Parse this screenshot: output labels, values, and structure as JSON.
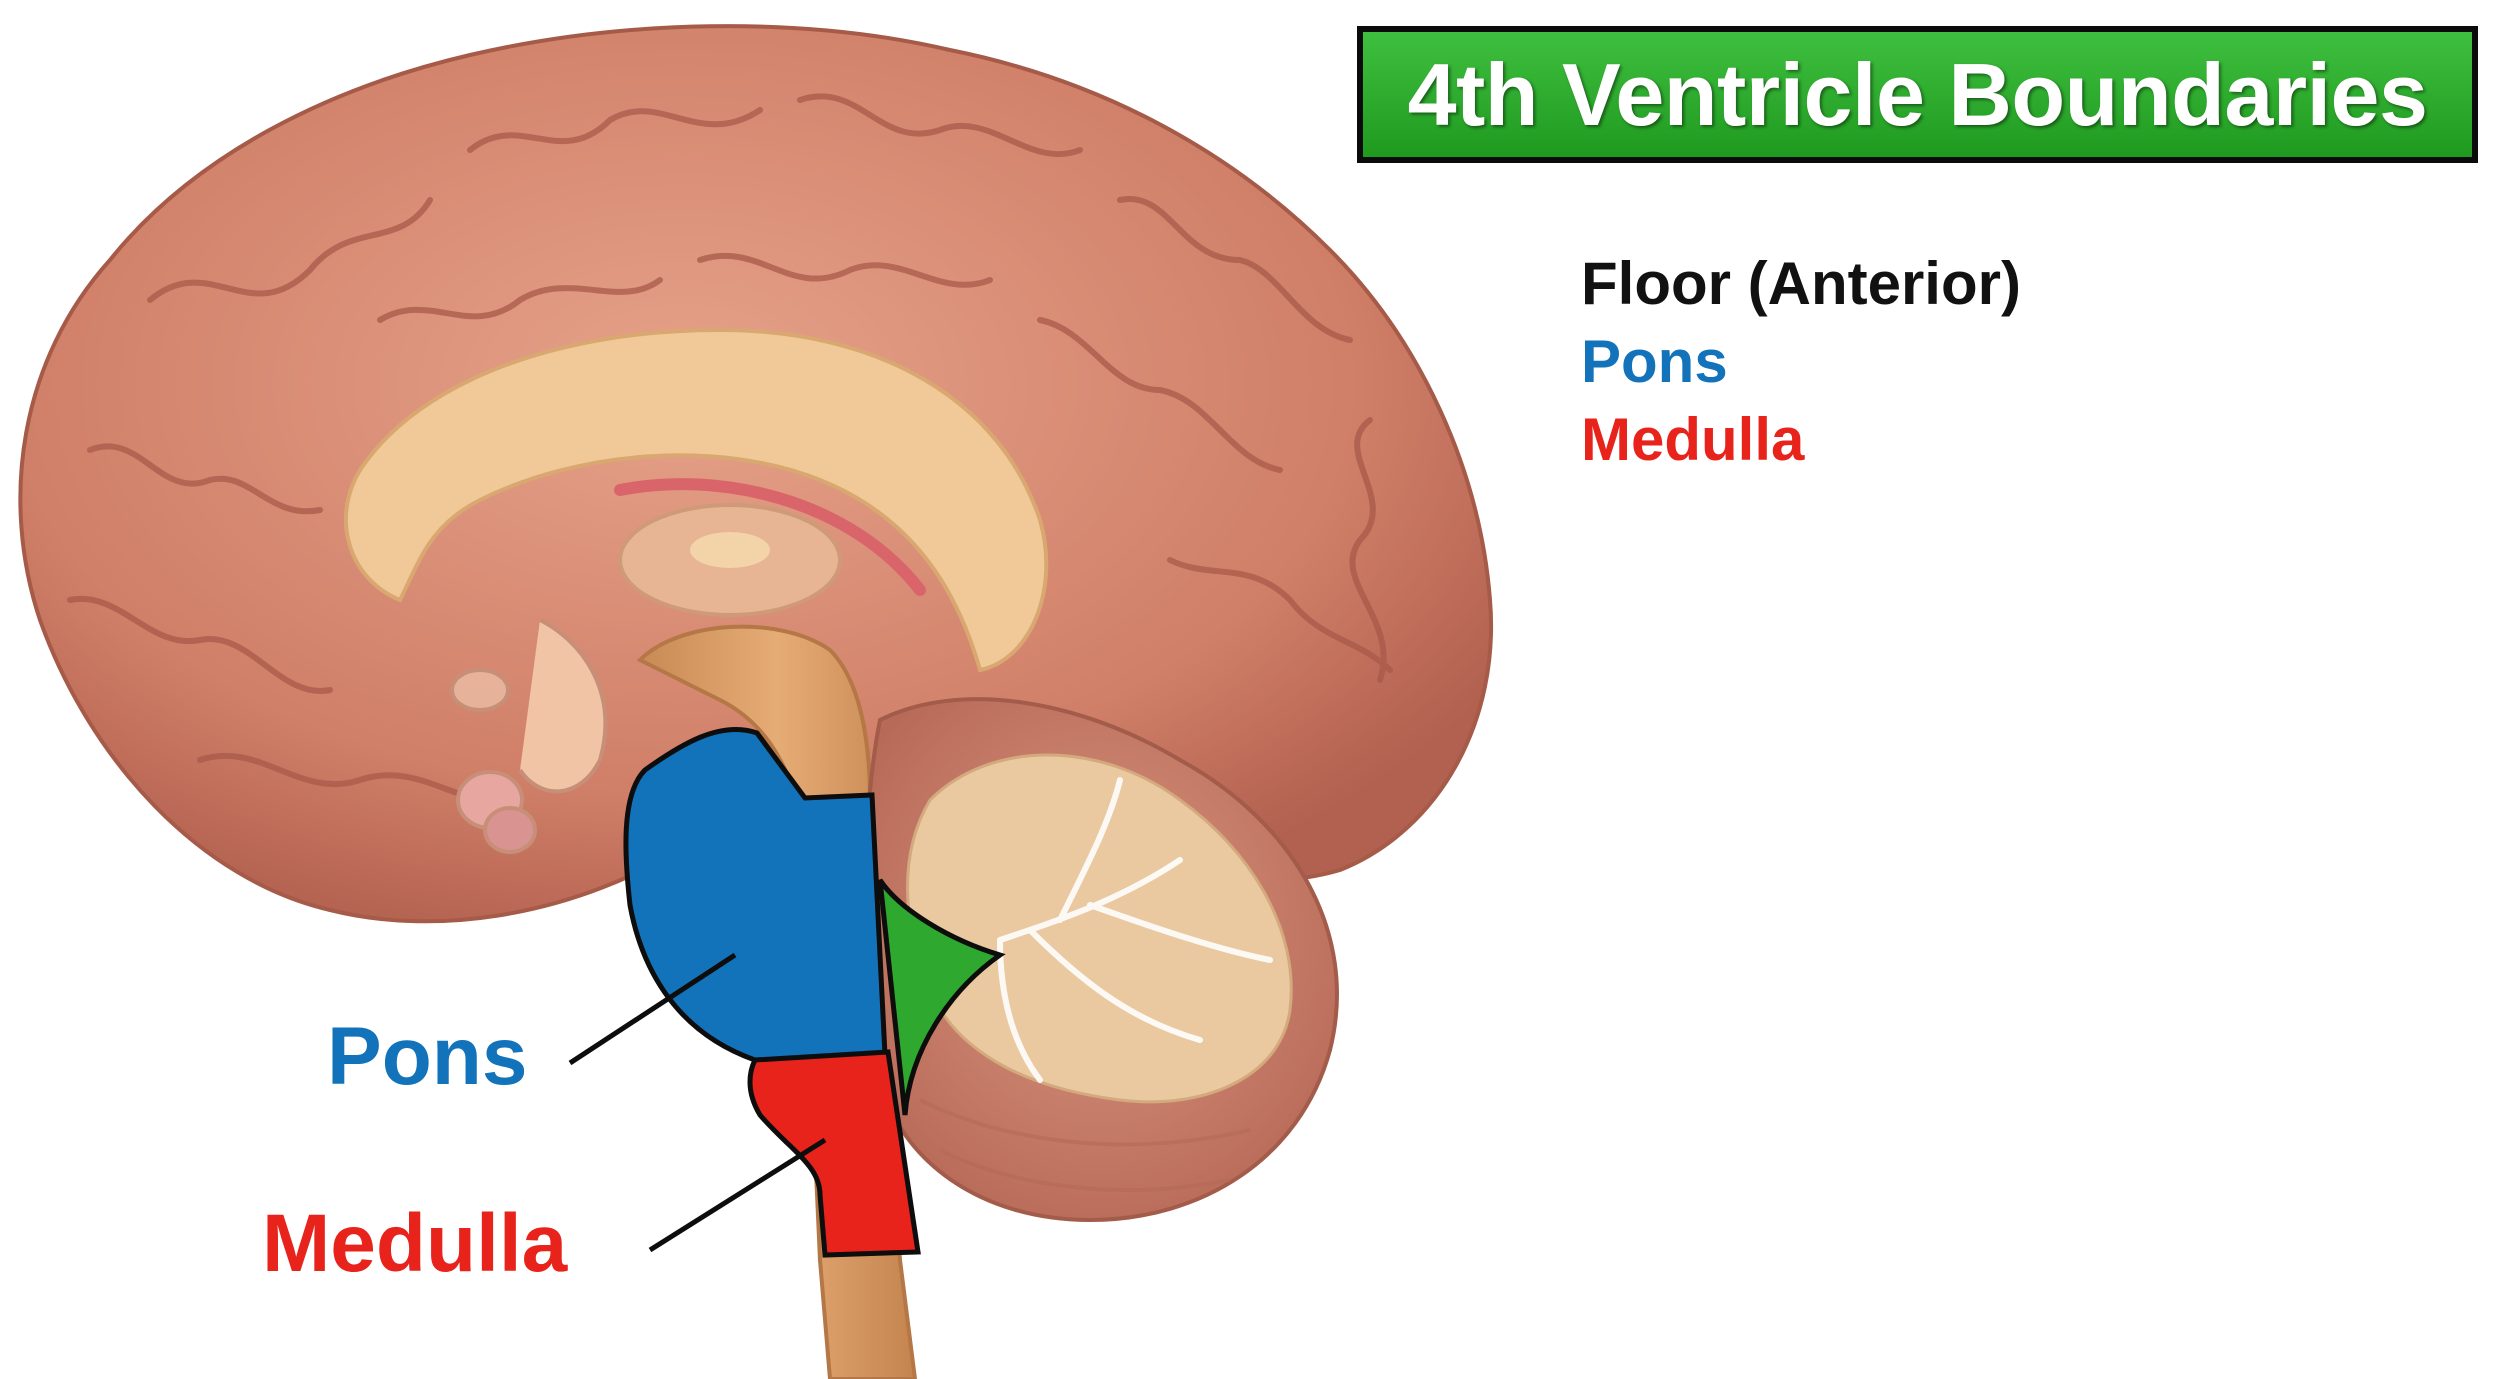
{
  "title": "4th Ventricle Boundaries",
  "legend": {
    "heading": "Floor (Anterior)",
    "items": [
      {
        "label": "Pons",
        "color": "#1273bb"
      },
      {
        "label": "Medulla",
        "color": "#e8231b"
      }
    ]
  },
  "labels": {
    "pons": "Pons",
    "medulla": "Medulla"
  },
  "colors": {
    "title_bg": "#2eab2e",
    "pons": "#1273bb",
    "medulla": "#e8231b",
    "ventricle": "#2fa82f",
    "heading": "#111111"
  }
}
